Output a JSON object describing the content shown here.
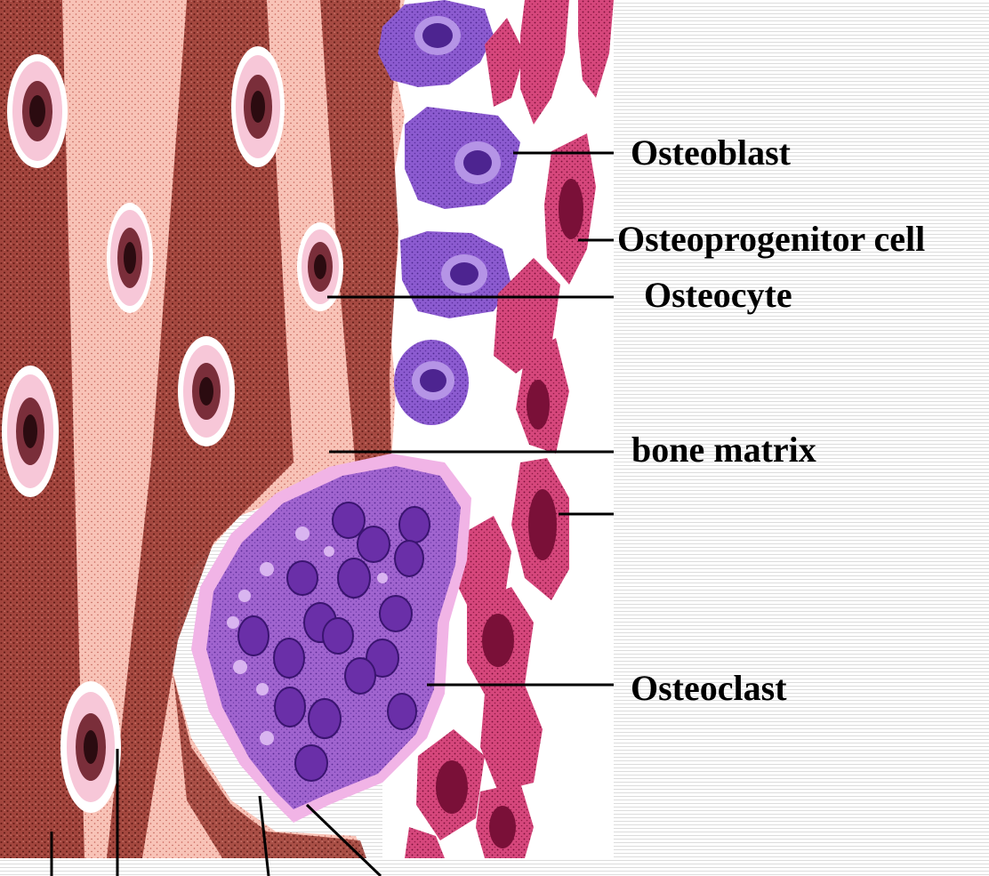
{
  "labels": {
    "osteoblast": "Osteoblast",
    "osteoprogenitor": "Osteoprogenitor cell",
    "osteocyte": "Osteocyte",
    "bone_matrix": "bone matrix",
    "osteoclast": "Osteoclast"
  },
  "colors": {
    "matrix_light": "#f9c4b8",
    "matrix_dark": "#8a2a24",
    "osteoblast": "#7c52c8",
    "osteoclast": "#9a5bc9",
    "osteoclast_border": "#f1b4e6",
    "osteoprogenitor": "#c93f72",
    "osteocyte_halo": "#ffffff",
    "leader_line": "#000000"
  }
}
